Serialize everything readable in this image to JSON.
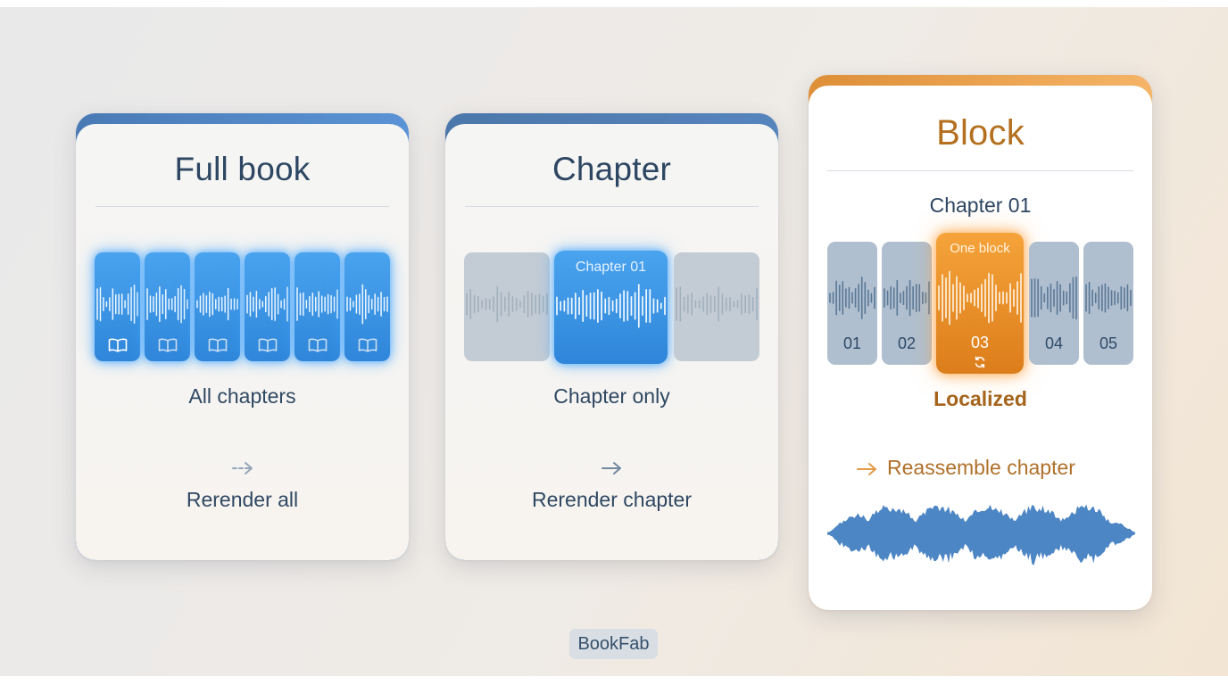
{
  "cards": [
    {
      "title": "Full book",
      "caption": "All chapters",
      "action": "Rerender all",
      "accent": "#4b86c8"
    },
    {
      "title": "Chapter",
      "block_label": "Chapter 01",
      "caption": "Chapter only",
      "action": "Rerender chapter",
      "accent": "#4f7fb3"
    },
    {
      "title": "Block",
      "subtitle": "Chapter 01",
      "block_label": "One block",
      "blocks": [
        "01",
        "02",
        "03",
        "04",
        "05"
      ],
      "caption": "Localized",
      "action": "Reassemble chapter",
      "accent": "#e59a3f"
    }
  ],
  "footer_tag": "BookFab",
  "icons": {
    "chapter_block": "open-book-icon",
    "arrow": "arrow-right-icon",
    "refresh": "refresh-icon"
  },
  "colors": {
    "title_text": "#2d4661",
    "block_title": "#b4701f",
    "glow_blue": "#3fa2f5",
    "glow_orange": "#f29b35",
    "waveform": "#4d86c4"
  }
}
